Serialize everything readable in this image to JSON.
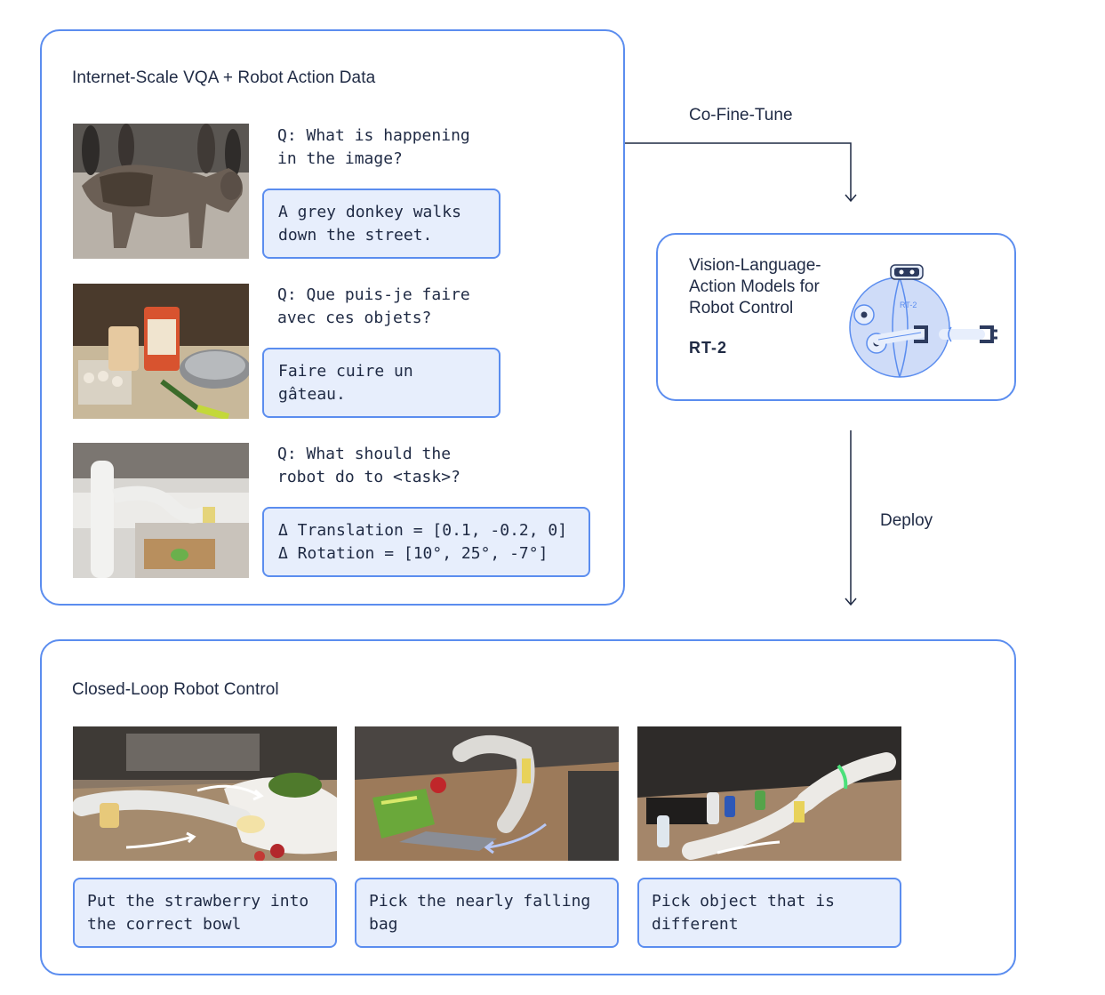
{
  "vqa_panel": {
    "title": "Internet-Scale VQA + Robot Action Data",
    "examples": [
      {
        "image": "donkey-photo",
        "question": "Q: What is happening\nin the image?",
        "answer": "A grey donkey walks\ndown the street."
      },
      {
        "image": "baking-ingredients-photo",
        "question": "Q: Que puis-je faire\navec ces objets?",
        "answer": "Faire cuire un\ngâteau."
      },
      {
        "image": "robot-kitchen-photo",
        "question": "Q: What should the\nrobot do to <task>?",
        "answer": "Δ Translation = [0.1, -0.2, 0]\nΔ Rotation = [10°, 25°, -7°]"
      }
    ]
  },
  "flow": {
    "cofinetune_label": "Co-Fine-Tune",
    "deploy_label": "Deploy"
  },
  "vla_panel": {
    "text": "Vision-Language-\nAction Models for\nRobot Control",
    "model_name": "RT-2",
    "robot_tag": "RT-2",
    "icon": "robot-illustration"
  },
  "control_panel": {
    "title": "Closed-Loop Robot Control",
    "tasks": [
      {
        "image": "strawberry-bowl-photo",
        "caption": "Put the strawberry into\nthe correct bowl"
      },
      {
        "image": "falling-bag-photo",
        "caption": "Pick the nearly falling\nbag"
      },
      {
        "image": "different-object-photo",
        "caption": "Pick object that is\ndifferent"
      }
    ]
  },
  "colors": {
    "accent": "#5b8def",
    "box_fill": "#e7eefc",
    "text": "#1f2a44",
    "line": "#1f2a44"
  }
}
